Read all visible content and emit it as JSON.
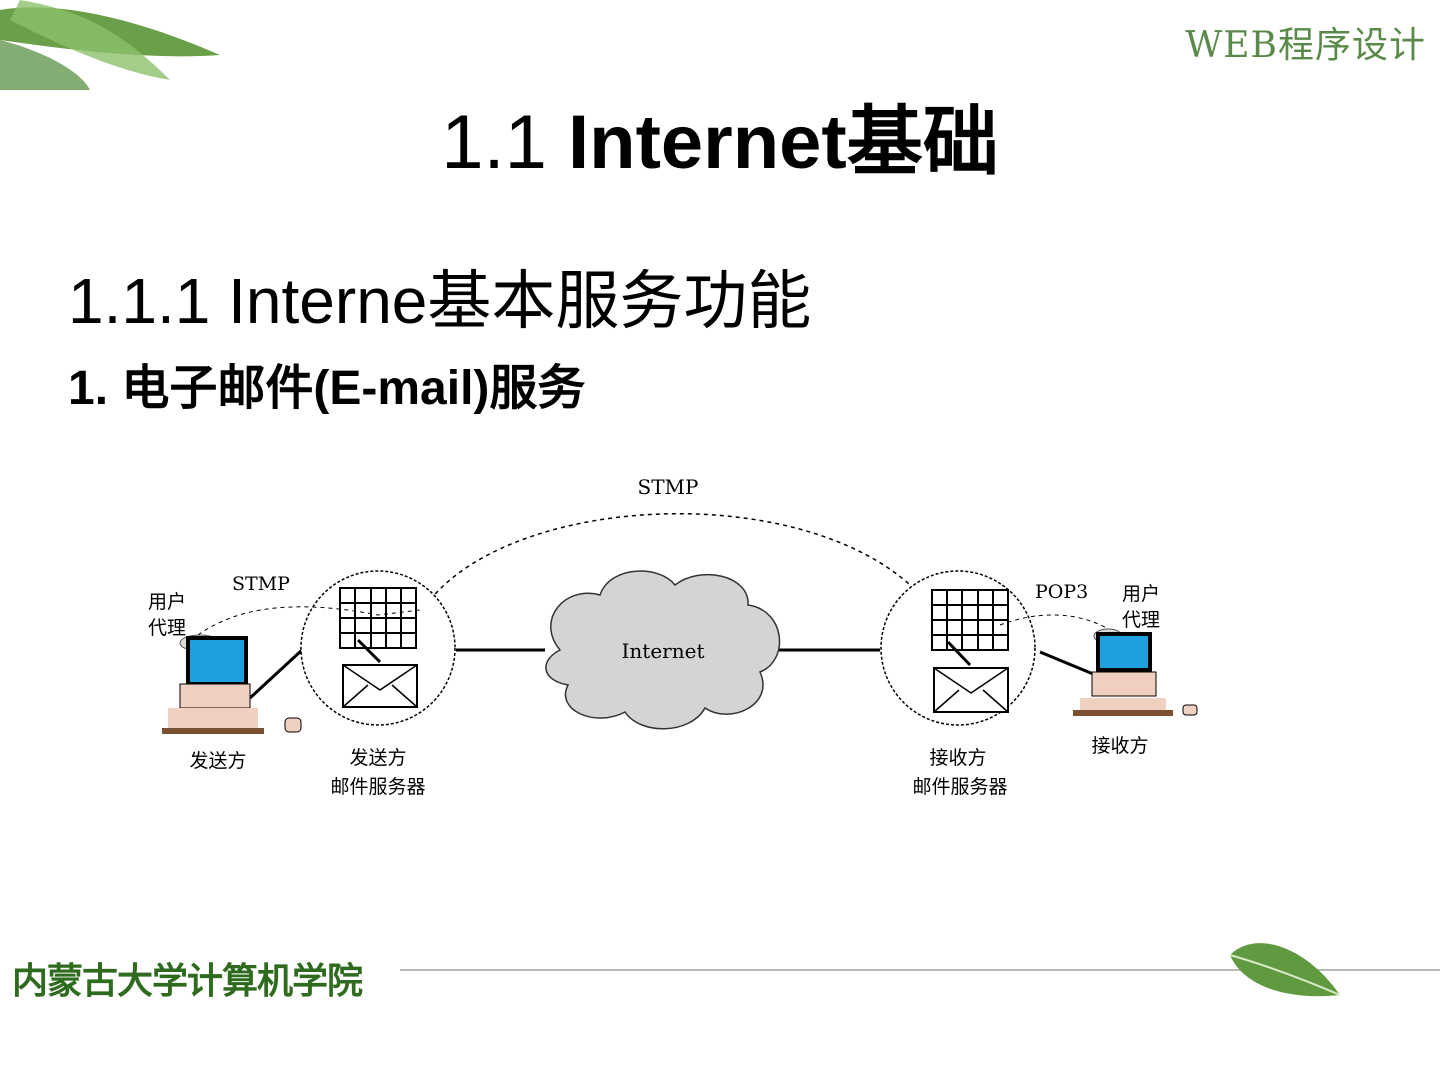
{
  "header": {
    "brand": "WEB程序设计",
    "title_number": "1.1 ",
    "title_text": "Internet基础"
  },
  "section": {
    "subtitle": "1.1.1  Interne基本服务功能",
    "item": "1. 电子邮件(E-mail)服务"
  },
  "diagram": {
    "protocol_top": "STMP",
    "protocol_left": "STMP",
    "protocol_right": "POP3",
    "cloud_label": "Internet",
    "user_agent_left": [
      "用户",
      "代理"
    ],
    "user_agent_right": [
      "用户",
      "代理"
    ],
    "sender": "发送方",
    "sender_server": [
      "发送方",
      "邮件服务器"
    ],
    "receiver_server": [
      "接收方",
      "邮件服务器"
    ],
    "receiver": "接收方"
  },
  "footer": {
    "institution": "内蒙古大学计算机学院"
  }
}
